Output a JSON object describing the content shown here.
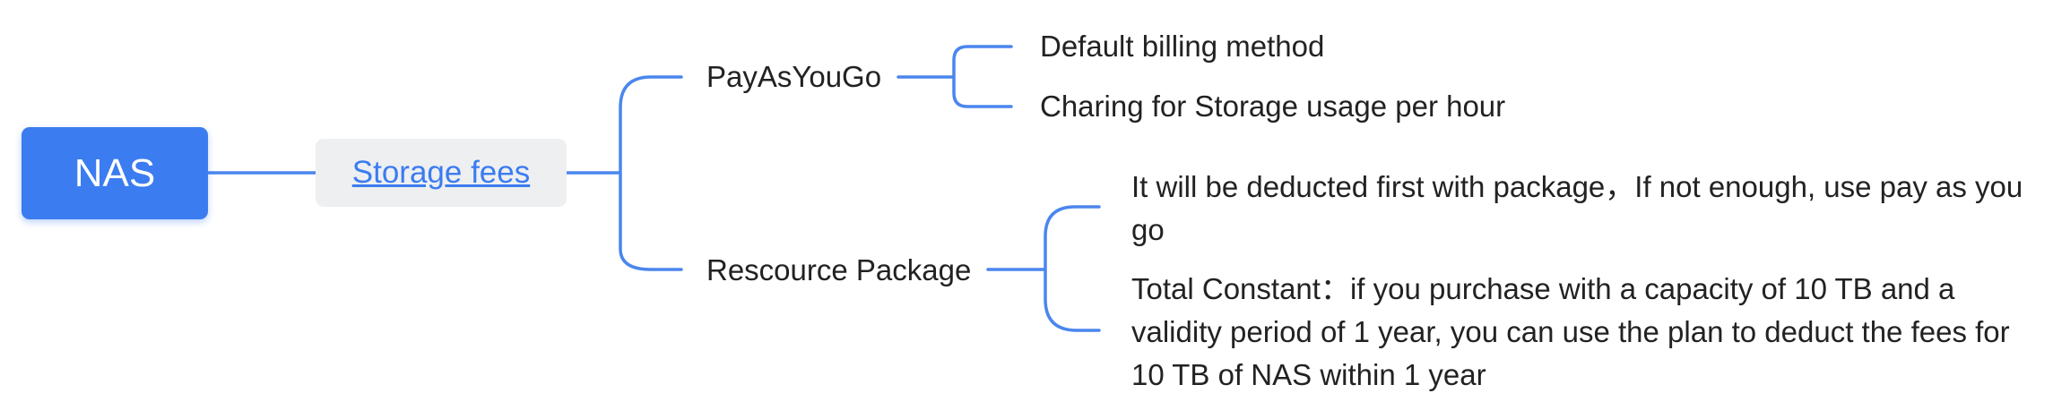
{
  "diagram": {
    "root": {
      "label": "NAS"
    },
    "level1": {
      "label": "Storage fees"
    },
    "branches": [
      {
        "label": "PayAsYouGo",
        "details": [
          "Default billing method",
          "Charing for Storage usage per hour"
        ]
      },
      {
        "label": "Rescource Package",
        "details": [
          "It will be deducted first with package，If not enough, use pay as you go",
          "Total Constant：if you purchase with a capacity of 10 TB and a validity period of 1 year, you can use the plan to deduct the fees for 10 TB of NAS within 1 year"
        ]
      }
    ]
  },
  "colors": {
    "accent": "#3b7cf0",
    "pill_background": "#eeeff1",
    "text": "#222222"
  }
}
